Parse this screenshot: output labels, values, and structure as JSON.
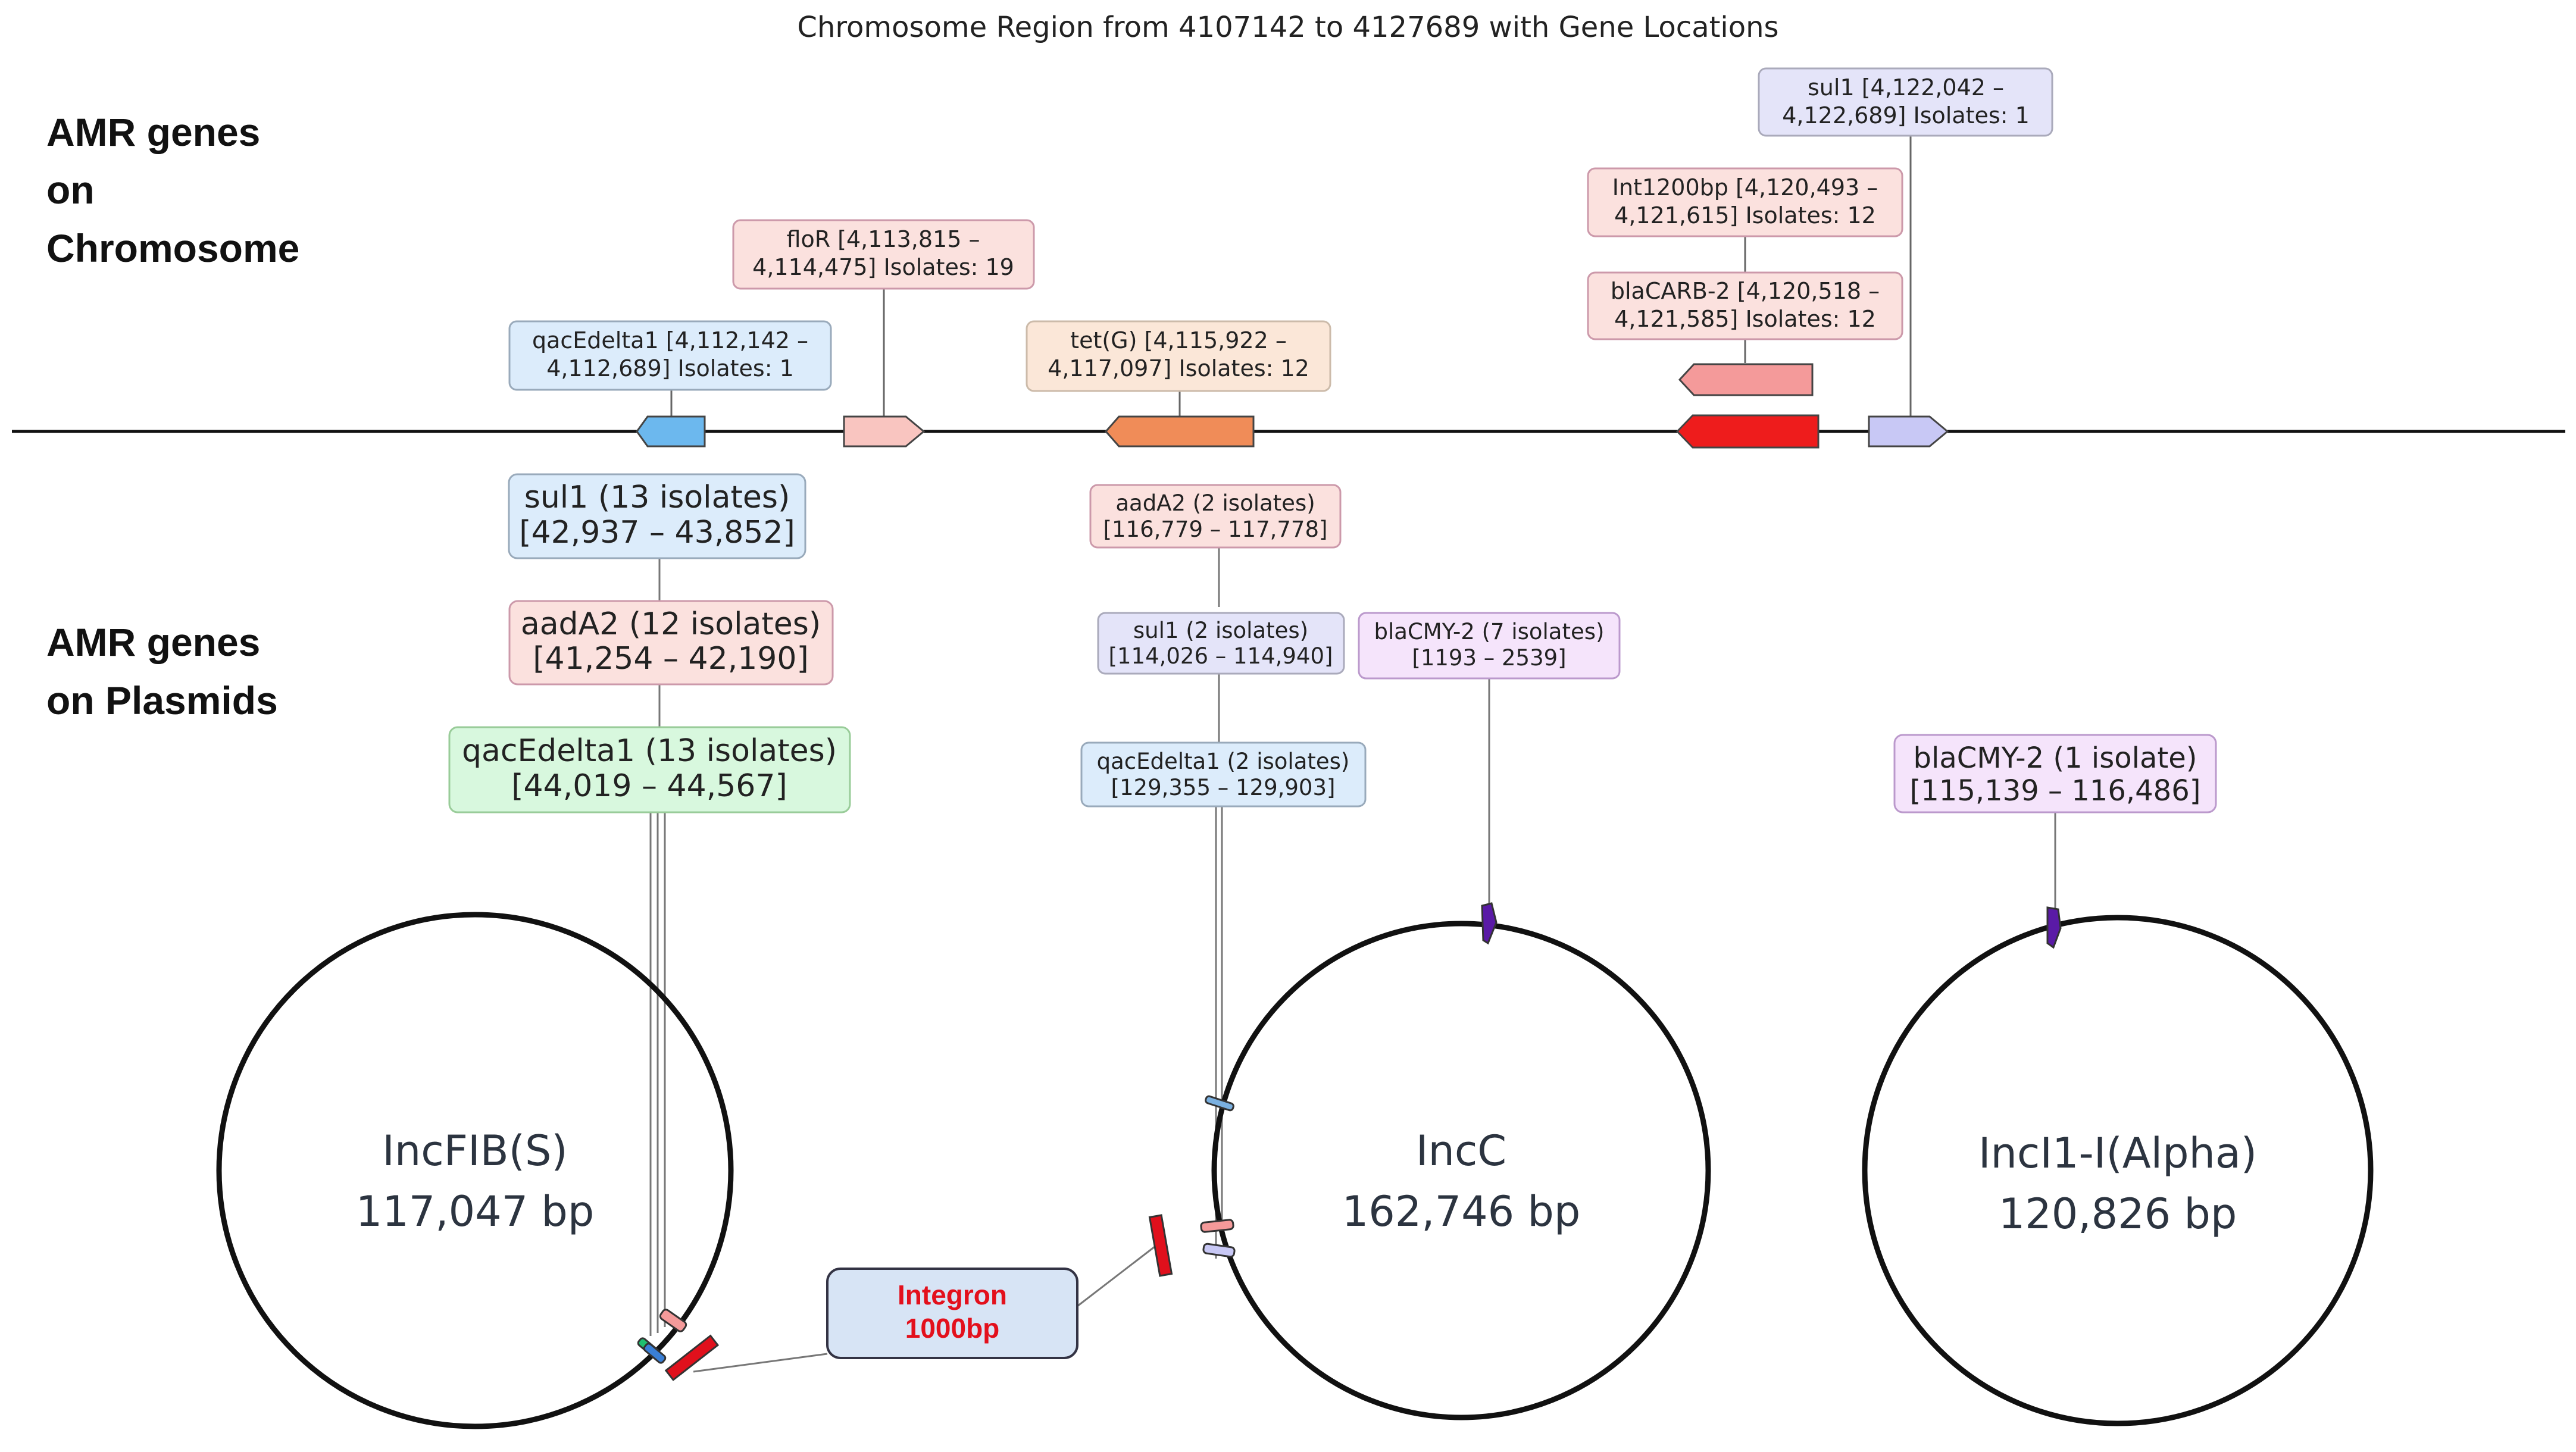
{
  "title": "Chromosome Region from 4107142 to 4127689 with Gene Locations",
  "side_labels": {
    "chromosome": [
      "AMR genes",
      "on",
      "Chromosome"
    ],
    "plasmids": [
      "AMR genes",
      "on Plasmids"
    ]
  },
  "chromosome_genes": [
    {
      "id": "qacEdelta1",
      "lines": [
        "qacEdelta1  [4,112,142 –",
        "4,112,689] Isolates: 1"
      ],
      "color": "#6cb8ee"
    },
    {
      "id": "floR",
      "lines": [
        "floR  [4,113,815 –",
        "4,114,475] Isolates: 19"
      ],
      "color": "#f9c5c0"
    },
    {
      "id": "tetG",
      "lines": [
        "tet(G)  [4,115,922 –",
        "4,117,097] Isolates: 12"
      ],
      "color": "#f08c58"
    },
    {
      "id": "Int1200bp",
      "lines": [
        "Int1200bp  [4,120,493 –",
        "4,121,615] Isolates: 12"
      ],
      "color": "#ee1c1c"
    },
    {
      "id": "blaCARB2",
      "lines": [
        "blaCARB-2  [4,120,518 –",
        "4,121,585] Isolates: 12"
      ],
      "color": "#f49a9a"
    },
    {
      "id": "sul1",
      "lines": [
        "sul1  [4,122,042 –",
        "4,122,689] Isolates: 1"
      ],
      "color": "#c8c8f5"
    }
  ],
  "plasmid_genes": {
    "IncFIB": [
      {
        "id": "sul1",
        "lines": [
          "sul1 (13 isolates)",
          "[42,937 – 43,852]"
        ]
      },
      {
        "id": "aadA2",
        "lines": [
          "aadA2 (12 isolates)",
          "[41,254 – 42,190]"
        ]
      },
      {
        "id": "qacEdelta1",
        "lines": [
          "qacEdelta1 (13 isolates)",
          "[44,019 – 44,567]"
        ]
      }
    ],
    "IncC": [
      {
        "id": "aadA2",
        "lines": [
          "aadA2 (2 isolates)",
          "[116,779 – 117,778]"
        ]
      },
      {
        "id": "sul1",
        "lines": [
          "sul1 (2 isolates)",
          "[114,026 – 114,940]"
        ]
      },
      {
        "id": "qacEdelta1",
        "lines": [
          "qacEdelta1 (2 isolates)",
          "[129,355 – 129,903]"
        ]
      },
      {
        "id": "blaCMY2",
        "lines": [
          "blaCMY-2 (7 isolates)",
          "[1193 – 2539]"
        ]
      }
    ],
    "IncI1": [
      {
        "id": "blaCMY2",
        "lines": [
          "blaCMY-2 (1 isolate)",
          "[115,139 – 116,486]"
        ]
      }
    ]
  },
  "plasmids": [
    {
      "id": "IncFIB",
      "name": "IncFIB(S)",
      "size": "117,047 bp"
    },
    {
      "id": "IncC",
      "name": "IncC",
      "size": "162,746 bp"
    },
    {
      "id": "IncI1",
      "name": "IncI1-I(Alpha)",
      "size": "120,826 bp"
    }
  ],
  "integron": [
    "Integron",
    "1000bp"
  ],
  "colors": {
    "integron_bar": "#e0101c",
    "blaCMY_marker": "#5a1aa6"
  }
}
